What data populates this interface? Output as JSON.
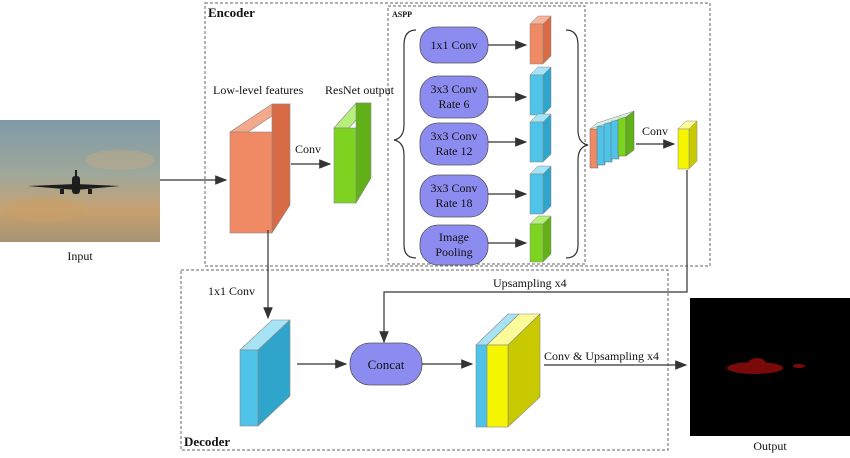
{
  "encoder": {
    "title": "Encoder"
  },
  "aspp": {
    "title": "ASPP",
    "branches": [
      {
        "line1": "1x1 Conv",
        "line2": "",
        "color": "#f08a64"
      },
      {
        "line1": "3x3 Conv",
        "line2": "Rate 6",
        "color": "#4fc3e8"
      },
      {
        "line1": "3x3 Conv",
        "line2": "Rate 12",
        "color": "#4fc3e8"
      },
      {
        "line1": "3x3 Conv",
        "line2": "Rate 18",
        "color": "#4fc3e8"
      },
      {
        "line1": "Image",
        "line2": "Pooling",
        "color": "#7ed321"
      }
    ]
  },
  "decoder": {
    "title": "Decoder"
  },
  "labels": {
    "low_level": "Low-level features",
    "resnet_output": "ResNet output",
    "conv": "Conv",
    "aspp_conv": "Conv",
    "one_by_one": "1x1 Conv",
    "upsampling": "Upsampling x4",
    "concat": "Concat",
    "conv_upsampling": "Conv & Upsampling x4",
    "input": "Input",
    "output": "Output"
  },
  "colors": {
    "orange": "#f08a64",
    "green": "#7ed321",
    "cyan": "#4fc3e8",
    "yellow": "#f5f500",
    "node": "#8c8cf0"
  }
}
